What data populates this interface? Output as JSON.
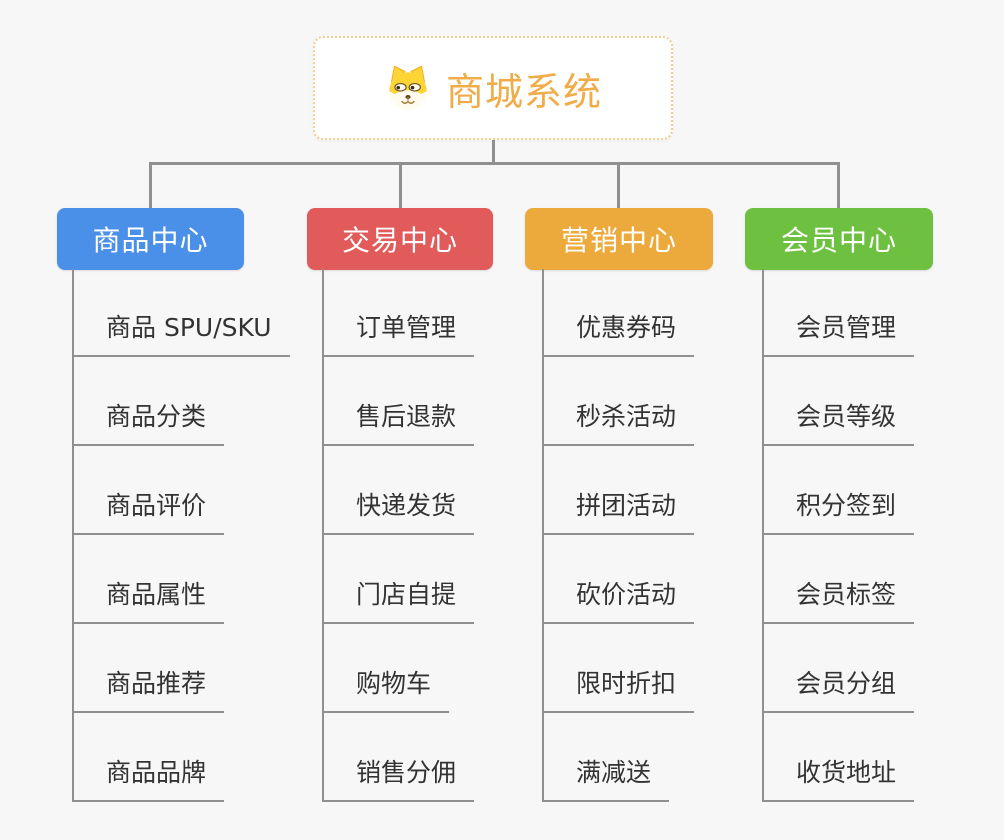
{
  "root": {
    "title": "商城系统",
    "icon": "dog-face-icon",
    "text_color": "#f0ac48",
    "border_color": "#f3cd90"
  },
  "connectors": {
    "color": "#909090"
  },
  "background_color": "#f7f7f7",
  "branches": [
    {
      "label": "商品中心",
      "color": "#4a8fe8",
      "leaves": [
        "商品 SPU/SKU",
        "商品分类",
        "商品评价",
        "商品属性",
        "商品推荐",
        "商品品牌"
      ]
    },
    {
      "label": "交易中心",
      "color": "#e25b5b",
      "leaves": [
        "订单管理",
        "售后退款",
        "快递发货",
        "门店自提",
        "购物车",
        "销售分佣"
      ]
    },
    {
      "label": "营销中心",
      "color": "#ecaa3d",
      "leaves": [
        "优惠券码",
        "秒杀活动",
        "拼团活动",
        "砍价活动",
        "限时折扣",
        "满减送"
      ]
    },
    {
      "label": "会员中心",
      "color": "#6ec041",
      "leaves": [
        "会员管理",
        "会员等级",
        "积分签到",
        "会员标签",
        "会员分组",
        "收货地址"
      ]
    }
  ]
}
